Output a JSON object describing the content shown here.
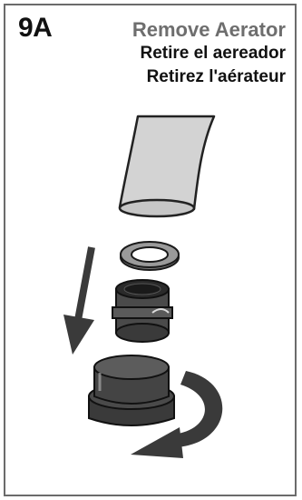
{
  "step": {
    "number": "9A"
  },
  "title": {
    "en": "Remove Aerator",
    "es": "Retire el aereador",
    "fr": "Retirez l'aérateur"
  },
  "icons": [
    "faucet-spout-icon",
    "washer-icon",
    "aerator-insert-icon",
    "aerator-housing-icon",
    "down-arrow-icon",
    "rotate-arrow-icon"
  ],
  "colors": {
    "title_gray": "#6e6e6e",
    "text": "#111111",
    "spout": "#d3d3d3",
    "part_dark": "#3a3a3a",
    "border": "#6b6b6b"
  }
}
